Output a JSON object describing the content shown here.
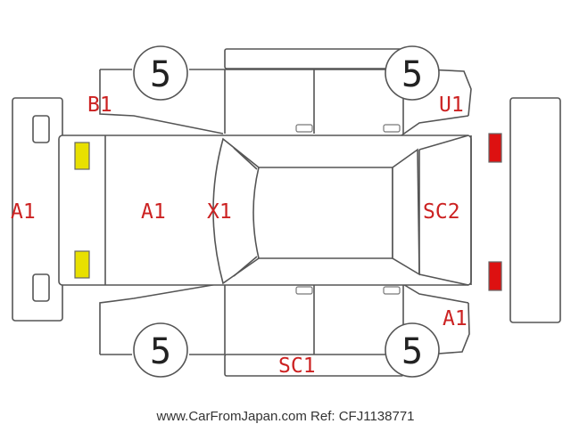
{
  "tires": {
    "front_left": "5",
    "front_right": "5",
    "rear_left": "5",
    "rear_right": "5"
  },
  "damage_labels": {
    "b1": "B1",
    "u1": "U1",
    "a1_front": "A1",
    "a1_hood": "A1",
    "x1": "X1",
    "sc2": "SC2",
    "a1_rear": "A1",
    "sc1": "SC1"
  },
  "markers": {
    "front_lamps_color": "#e8e000",
    "rear_lamps_color": "#dd1111"
  },
  "footer": {
    "text": "www.CarFromJapan.com Ref: CFJ1138771"
  },
  "colors": {
    "outline": "#555555",
    "damage_text": "#cc2222"
  }
}
